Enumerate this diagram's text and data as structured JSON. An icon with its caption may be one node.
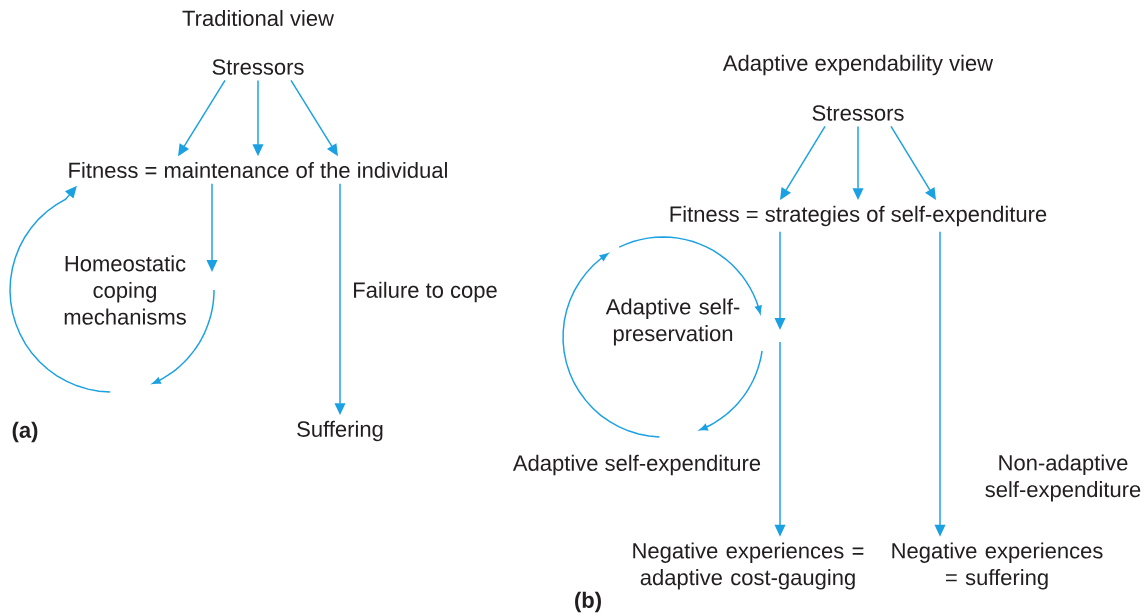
{
  "diagram": {
    "nodes": [
      {
        "text": [
          "Stressors"
        ]
      },
      {
        "text": [
          "Fitness = maintenance of the individual"
        ]
      },
      {
        "text": [
          "Suffering"
        ]
      },
      {
        "text": [
          "Stressors"
        ]
      },
      {
        "text": [
          "Fitness = strategies of self-expenditure"
        ]
      },
      {
        "text": [
          "Negative experiences = adaptive cost-gauging"
        ]
      },
      {
        "text": [
          "Negative experiences = suffering"
        ]
      }
    ],
    "edges": [
      {
        "from": 0,
        "to": 1,
        "arrow": "to"
      },
      {
        "from": 0,
        "to": 1,
        "arrow": "to"
      },
      {
        "from": 0,
        "to": 1,
        "arrow": "to"
      },
      {
        "from": 1,
        "to": null,
        "arrow": "to"
      },
      {
        "from": null,
        "to": 1,
        "arrow": "to"
      },
      {
        "from": 1,
        "to": 2,
        "arrow": "to",
        "label": "Failure to cope"
      },
      {
        "from": 3,
        "to": 4,
        "arrow": "to"
      },
      {
        "from": 3,
        "to": 4,
        "arrow": "to"
      },
      {
        "from": 3,
        "to": 4,
        "arrow": "to"
      },
      {
        "from": 4,
        "to": null,
        "arrow": "to"
      },
      {
        "from": null,
        "to": 5,
        "arrow": "to"
      },
      {
        "from": 4,
        "to": 6,
        "arrow": "to",
        "label": "Non-adaptive self-expenditure"
      }
    ],
    "labels": [
      "Traditional view",
      "Homeostatic coping mechanisms",
      "(a)",
      "Adaptive expendability view",
      "Adaptive self-preservation",
      "Adaptive self-expenditure",
      "(b)"
    ]
  }
}
